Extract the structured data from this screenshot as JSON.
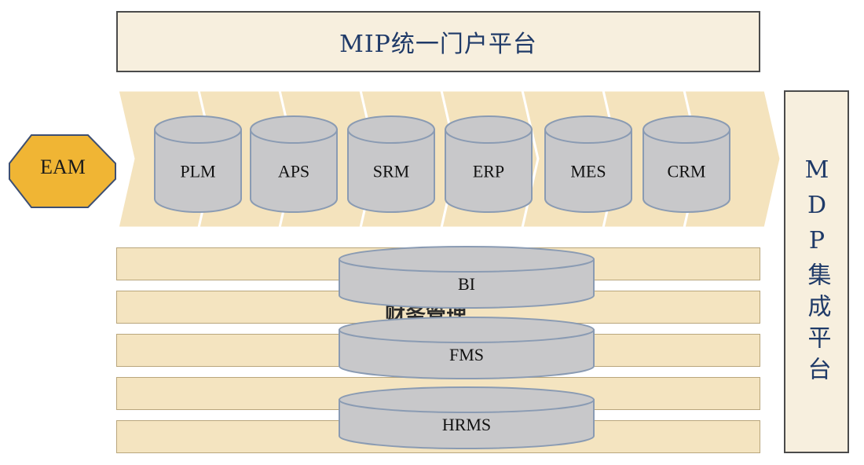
{
  "portal_label": "MIP统一门户平台",
  "mdp_label": "MDP集成平台",
  "eam_label": "EAM",
  "hidden_text": {
    "finance": "财务管理"
  },
  "top_systems": [
    {
      "label": "PLM"
    },
    {
      "label": "APS"
    },
    {
      "label": "SRM"
    },
    {
      "label": "ERP"
    },
    {
      "label": "MES"
    },
    {
      "label": "CRM"
    }
  ],
  "bottom_systems": [
    {
      "label": "BI"
    },
    {
      "label": "FMS"
    },
    {
      "label": "HRMS"
    }
  ],
  "colors": {
    "cream": "#f7efde",
    "chevron_fill": "#f4e3bd",
    "cylinder_fill": "#c8c8ca",
    "cylinder_stroke": "#8a9bb3",
    "eam_fill": "#f0b534",
    "title_text": "#1f3a68"
  }
}
